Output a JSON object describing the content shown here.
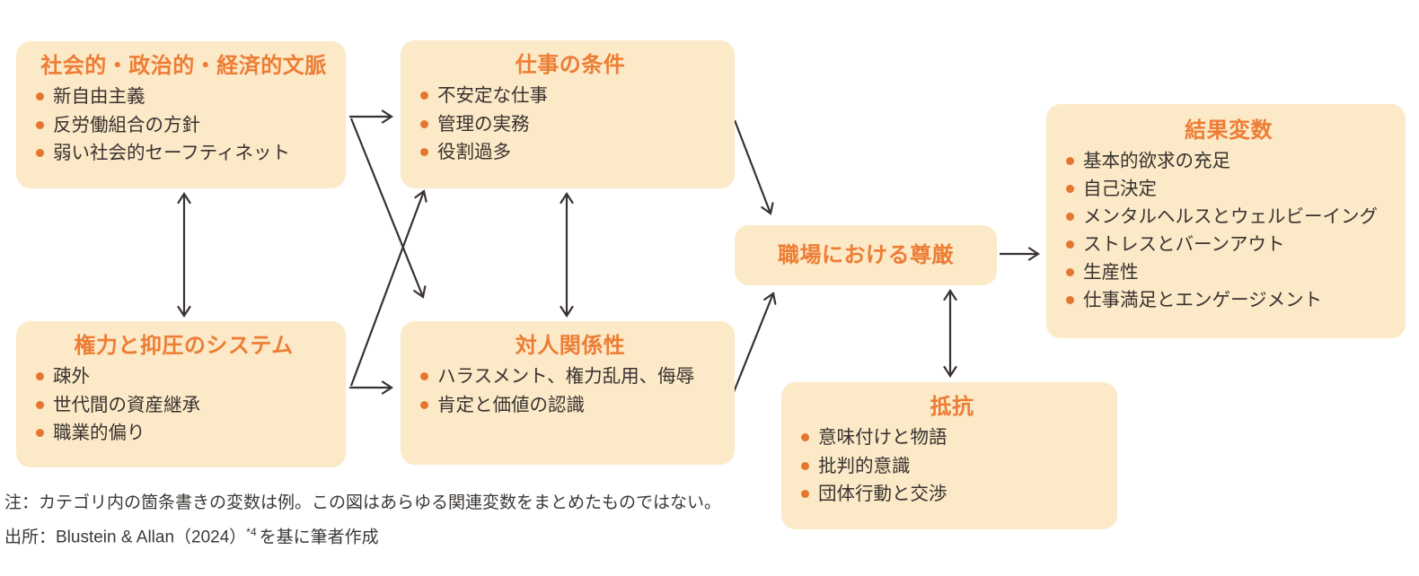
{
  "palette": {
    "box_fill": "#FBE9C7",
    "title_accent": "#ED7D35",
    "bullet": "#E4762F",
    "text": "#383230",
    "arrow": "#383230",
    "background": "#FFFFFF"
  },
  "boxes": {
    "context": {
      "title": "社会的・政治的・経済的文脈",
      "items": [
        "新自由主義",
        "反労働組合の方針",
        "弱い社会的セーフティネット"
      ]
    },
    "systems": {
      "title": "権力と抑圧のシステム",
      "items": [
        "疎外",
        "世代間の資産継承",
        "職業的偏り"
      ]
    },
    "work_conditions": {
      "title": "仕事の条件",
      "items": [
        "不安定な仕事",
        "管理の実務",
        "役割過多"
      ]
    },
    "relational": {
      "title": "対人関係性",
      "items": [
        "ハラスメント、権力乱用、侮辱",
        "肯定と価値の認識"
      ]
    },
    "dignity": {
      "title": "職場における尊厳"
    },
    "outcomes": {
      "title": "結果変数",
      "items": [
        "基本的欲求の充足",
        "自己決定",
        "メンタルヘルスとウェルビーイング",
        "ストレスとバーンアウト",
        "生産性",
        "仕事満足とエンゲージメント"
      ]
    },
    "resistance": {
      "title": "抵抗",
      "items": [
        "意味付けと物語",
        "批判的意識",
        "団体行動と交渉"
      ]
    }
  },
  "notes": {
    "note_line": "注：カテゴリ内の箇条書きの変数は例。この図はあらゆる関連変数をまとめたものではない。",
    "source_prefix": "出所：Blustein & Allan（2024）",
    "source_sup": "*4",
    "source_suffix": "を基に筆者作成"
  }
}
